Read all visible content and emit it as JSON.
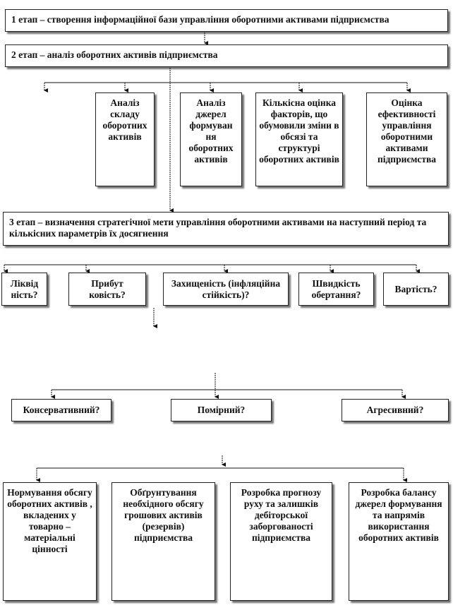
{
  "stage1": {
    "label": "1 етап – створення інформаційної  бази управління оборотними активами підприємства"
  },
  "stage2": {
    "label": "2 етап – аналіз оборотних активів підприємства",
    "items": [
      "Аналіз складу оборотних активів",
      "Аналіз джерел формуван ня оборотних активів",
      "Кількісна оцінка факторів, що обумовили зміни в обсязі та структурі оборотних активів",
      "Оцінка ефективності управління оборотними активами підприємства"
    ]
  },
  "stage3": {
    "label": "3 етап – визначення стратегічної мети управління оборотними активами на наступний період та кількісних  параметрів їх досягнення",
    "criteria": [
      "Ліквід ність?",
      "Прибут ковість?",
      "Захищеність (інфляційна  стійкість)?",
      "Швидкість обертання?",
      "Вартість?"
    ]
  },
  "policy": [
    "Консервативний?",
    "Помірний?",
    "Агресивний?"
  ],
  "tasks": [
    "Нормування обсягу оборотних активів , вкладених у товарно – матеріальні цінності",
    "Обґрунтування необхідного обсягу грошових активів (резервів) підприємства",
    "Розробка прогнозу руху та залишків дебіторської заборгованості підприємства",
    "Розробка балансу джерел формування та напрямів використання оборотних активів"
  ]
}
